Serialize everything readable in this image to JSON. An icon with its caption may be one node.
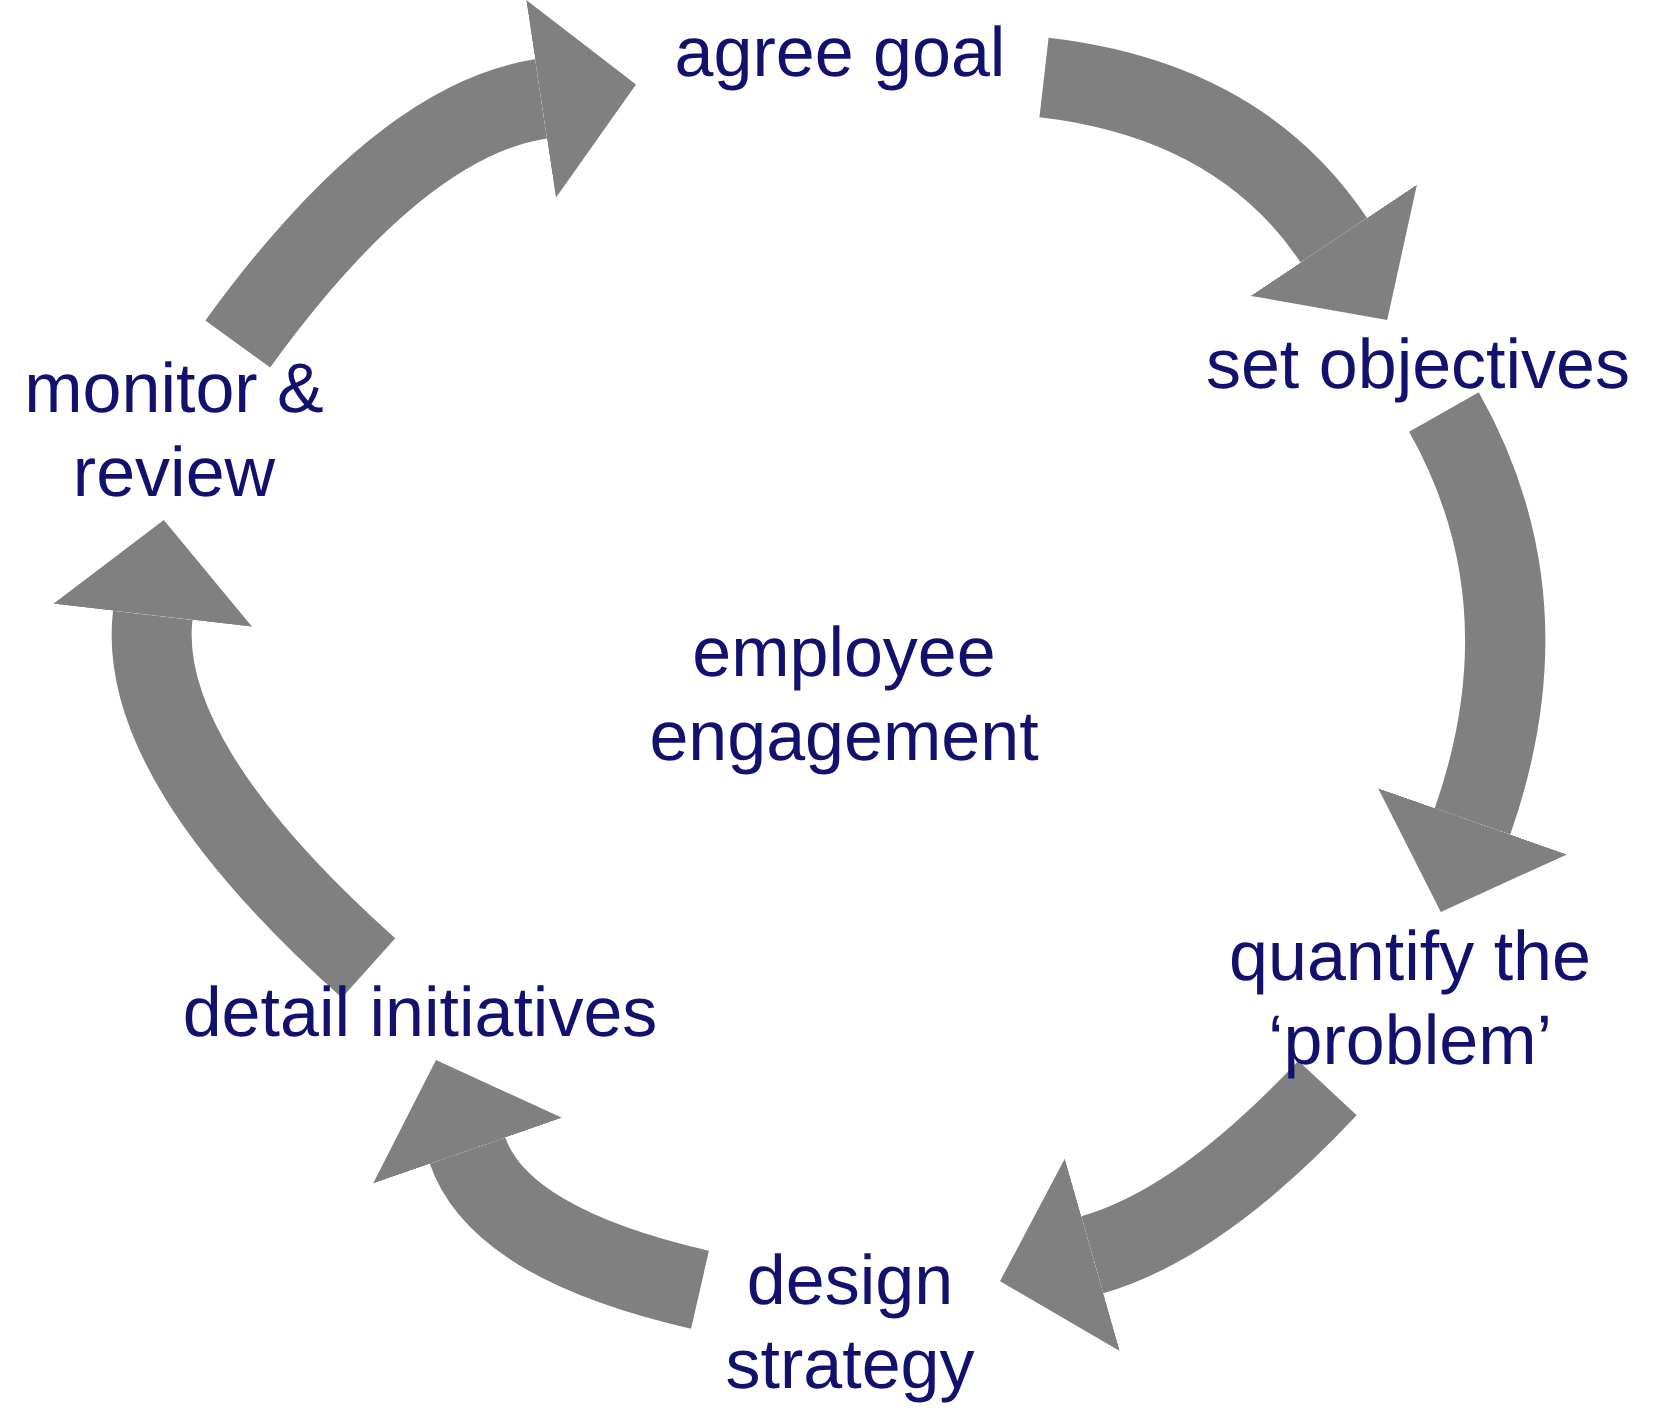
{
  "diagram": {
    "nodes": [
      {
        "text": [
          "agree goal"
        ]
      },
      {
        "text": [
          "set objectives"
        ]
      },
      {
        "text": [
          "quantify the ‘problem’"
        ]
      },
      {
        "text": [
          "design strategy"
        ]
      },
      {
        "text": [
          "detail initiatives"
        ]
      },
      {
        "text": [
          "monitor & review"
        ]
      }
    ],
    "edges": [
      {
        "from": 0,
        "to": 1,
        "arrow": "to"
      },
      {
        "from": 1,
        "to": 2,
        "arrow": "to"
      },
      {
        "from": 2,
        "to": 3,
        "arrow": "to"
      },
      {
        "from": 3,
        "to": 4,
        "arrow": "to"
      },
      {
        "from": 4,
        "to": 5,
        "arrow": "to"
      },
      {
        "from": 5,
        "to": 0,
        "arrow": "to"
      }
    ],
    "labels": [
      "employee engagement"
    ]
  }
}
